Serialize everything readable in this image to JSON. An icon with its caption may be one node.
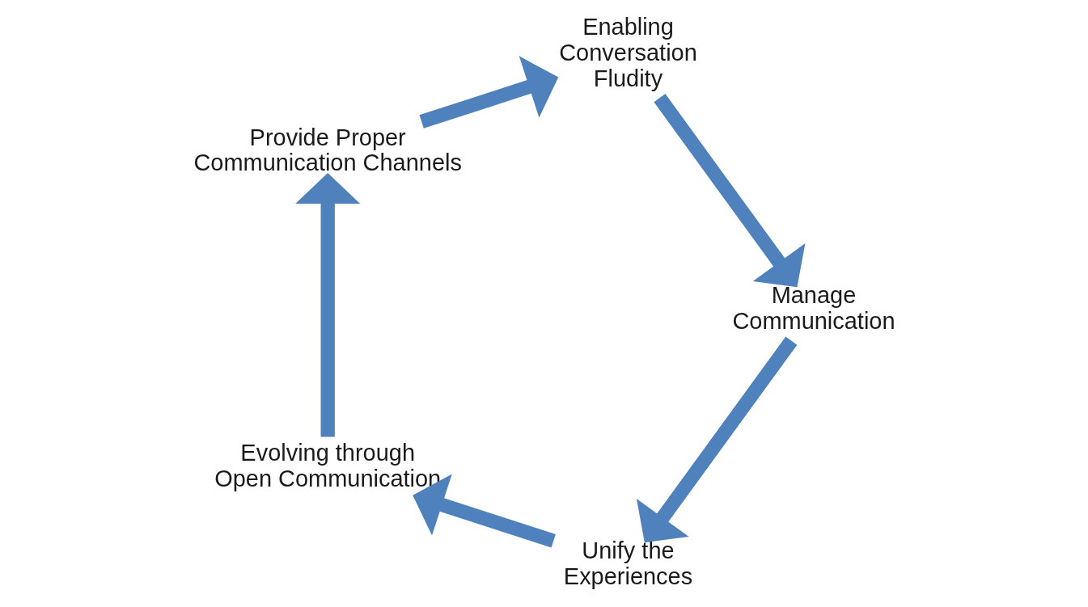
{
  "diagram": {
    "nodes": [
      {
        "text": [
          "Unify the Experiences"
        ]
      },
      {
        "text": [
          "Evolving through Open Communication"
        ]
      },
      {
        "text": [
          "Provide Proper Communication Channels"
        ]
      },
      {
        "text": [
          "Enabling Conversation Fludity"
        ]
      },
      {
        "text": [
          "Manage Communication"
        ]
      }
    ],
    "edges": [
      {
        "from": 0,
        "to": 1,
        "arrow": "to"
      },
      {
        "from": 1,
        "to": 2,
        "arrow": "to"
      },
      {
        "from": 2,
        "to": 3,
        "arrow": "to"
      },
      {
        "from": 3,
        "to": 4,
        "arrow": "to"
      },
      {
        "from": 4,
        "to": 0,
        "arrow": "to"
      }
    ]
  }
}
